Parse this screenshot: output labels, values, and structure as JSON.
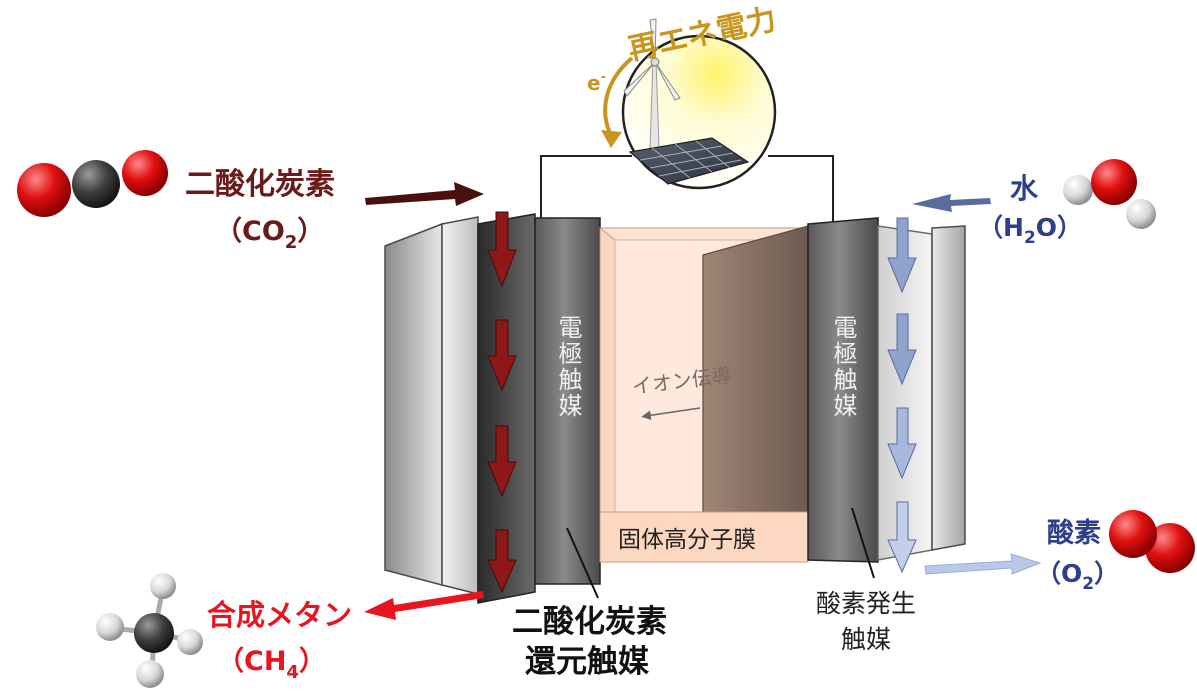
{
  "labels": {
    "co2_name": "二酸化炭素",
    "co2_formula_main": "CO",
    "co2_formula_sub": "2",
    "water_name": "水",
    "water_formula_h": "H",
    "water_formula_sub": "2",
    "water_formula_o": "O",
    "oxygen_name": "酸素",
    "oxygen_formula_main": "O",
    "oxygen_formula_sub": "2",
    "methane_name": "合成メタン",
    "methane_formula_main": "CH",
    "methane_formula_sub": "4",
    "renewable": "再エネ電力",
    "electron": "e",
    "electron_sup": "-",
    "left_electrode": "電極触媒",
    "right_electrode": "電極触媒",
    "ion_conduction": "イオン伝導",
    "membrane": "固体高分子膜",
    "cathode_catalyst_line1": "二酸化炭素",
    "cathode_catalyst_line2": "還元触媒",
    "anode_catalyst_line1": "酸素発生",
    "anode_catalyst_line2": "触媒"
  },
  "colors": {
    "co2_text": "#6b1a1a",
    "co2_arrow": "#5a1414",
    "cathode_flow": "#8e1818",
    "water_text": "#2d3f8c",
    "water_arrow": "#5a6c9e",
    "anode_flow": "#8fa3cc",
    "oxygen_arrow": "#b8c8e8",
    "methane_text": "#e8141e",
    "methane_arrow": "#e8141e",
    "renewable_text": "#c8961e",
    "membrane_fill": "#fde4d2",
    "carbon_atom": "#444444",
    "oxygen_atom": "#e01010",
    "hydrogen_atom": "#dcdcdc"
  }
}
